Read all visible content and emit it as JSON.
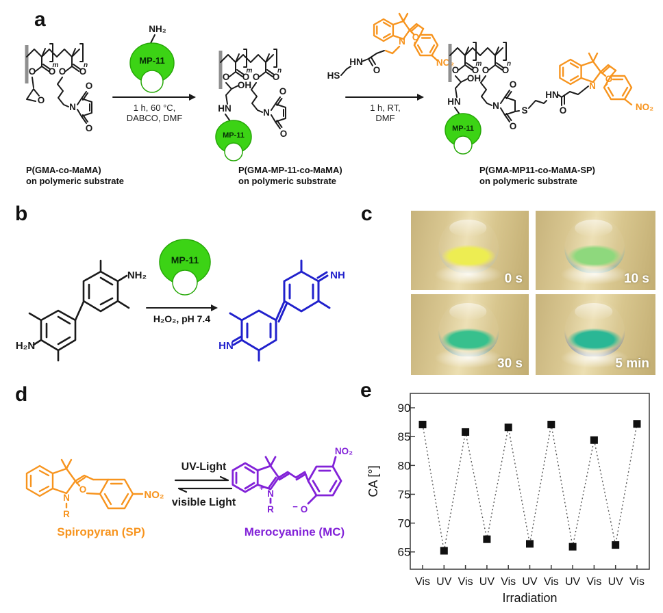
{
  "colors": {
    "orange": "#f7941e",
    "green": "#3cd315",
    "blue": "#2121cc",
    "purple": "#8222d8",
    "black": "#1a1a1a",
    "substrate_gray": "#8f8f8f"
  },
  "mp11": "MP-11",
  "atoms": {
    "O": "O",
    "OH": "OH",
    "HN": "HN",
    "NH": "NH",
    "N": "N",
    "S": "S",
    "HS": "HS",
    "NO2": "NO₂",
    "NH2": "NH₂",
    "H2N": "H₂N",
    "R": "R",
    "m": "m",
    "n": "n",
    "plus": "+",
    "minus": "−"
  },
  "panel_a": {
    "label": "a",
    "nh2": "NH₂",
    "arrow1_line1": "1 h, 60 °C,",
    "arrow1_line2": "DABCO, DMF",
    "arrow2_line1": "1 h, RT,",
    "arrow2_line2": "DMF",
    "structures": [
      {
        "name": "P(GMA-co-MaMA)",
        "substrate": "on polymeric substrate"
      },
      {
        "name": "P(GMA-MP-11-co-MaMA)",
        "substrate": "on polymeric substrate"
      },
      {
        "name": "P(GMA-MP11-co-MaMA-SP)",
        "substrate": "on polymeric substrate"
      }
    ]
  },
  "panel_b": {
    "label": "b",
    "conditions": "H₂O₂, pH 7.4"
  },
  "panel_c": {
    "label": "c",
    "photos": [
      {
        "time": "0 s",
        "rim": "#a9bdba",
        "pool": "#eded52"
      },
      {
        "time": "10 s",
        "rim": "#2d9cc4",
        "pool": "#8ed87d"
      },
      {
        "time": "30 s",
        "rim": "#1f86b5",
        "pool": "#37c08d"
      },
      {
        "time": "5 min",
        "rim": "#1c50bd",
        "pool": "#2ab795"
      }
    ]
  },
  "panel_d": {
    "label": "d",
    "forward": "UV-Light",
    "backward": "visible Light",
    "left_name": "Spiropyran (SP)",
    "right_name": "Merocyanine (MC)"
  },
  "panel_e": {
    "label": "e"
  },
  "chart_data": {
    "type": "scatter",
    "categories": [
      "Vis",
      "UV",
      "Vis",
      "UV",
      "Vis",
      "UV",
      "Vis",
      "UV",
      "Vis",
      "UV",
      "Vis"
    ],
    "values": [
      87.1,
      65.2,
      85.8,
      67.2,
      86.6,
      66.4,
      87.1,
      65.9,
      84.4,
      66.2,
      87.2
    ],
    "title": "",
    "xlabel": "Irradiation",
    "ylabel": "CA [°]",
    "ylim": [
      62,
      92.5
    ],
    "yticks": [
      65,
      70,
      75,
      80,
      85,
      90
    ],
    "grid": false,
    "legend_position": "none",
    "marker": "filled-square",
    "line_style": "dotted"
  }
}
